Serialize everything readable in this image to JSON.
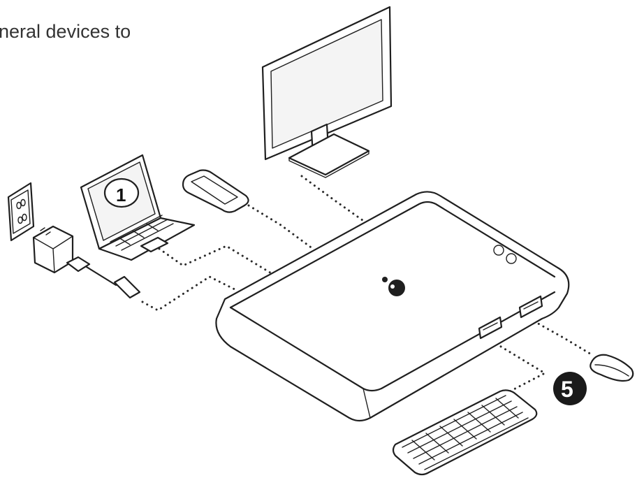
{
  "caption": "neral devices to",
  "steps": {
    "laptop_step": "1",
    "peripherals_step": "5"
  },
  "colors": {
    "line": "#1f1f1f",
    "text": "#333333",
    "badge_fill": "#1a1a1a",
    "background": "#ffffff"
  },
  "icons": [
    "power-outlet-icon",
    "power-adapter-icon",
    "laptop-icon",
    "smartphone-icon",
    "monitor-icon",
    "docking-station-icon",
    "usb-port-icon",
    "keyboard-icon",
    "mouse-icon",
    "logo-icon"
  ]
}
